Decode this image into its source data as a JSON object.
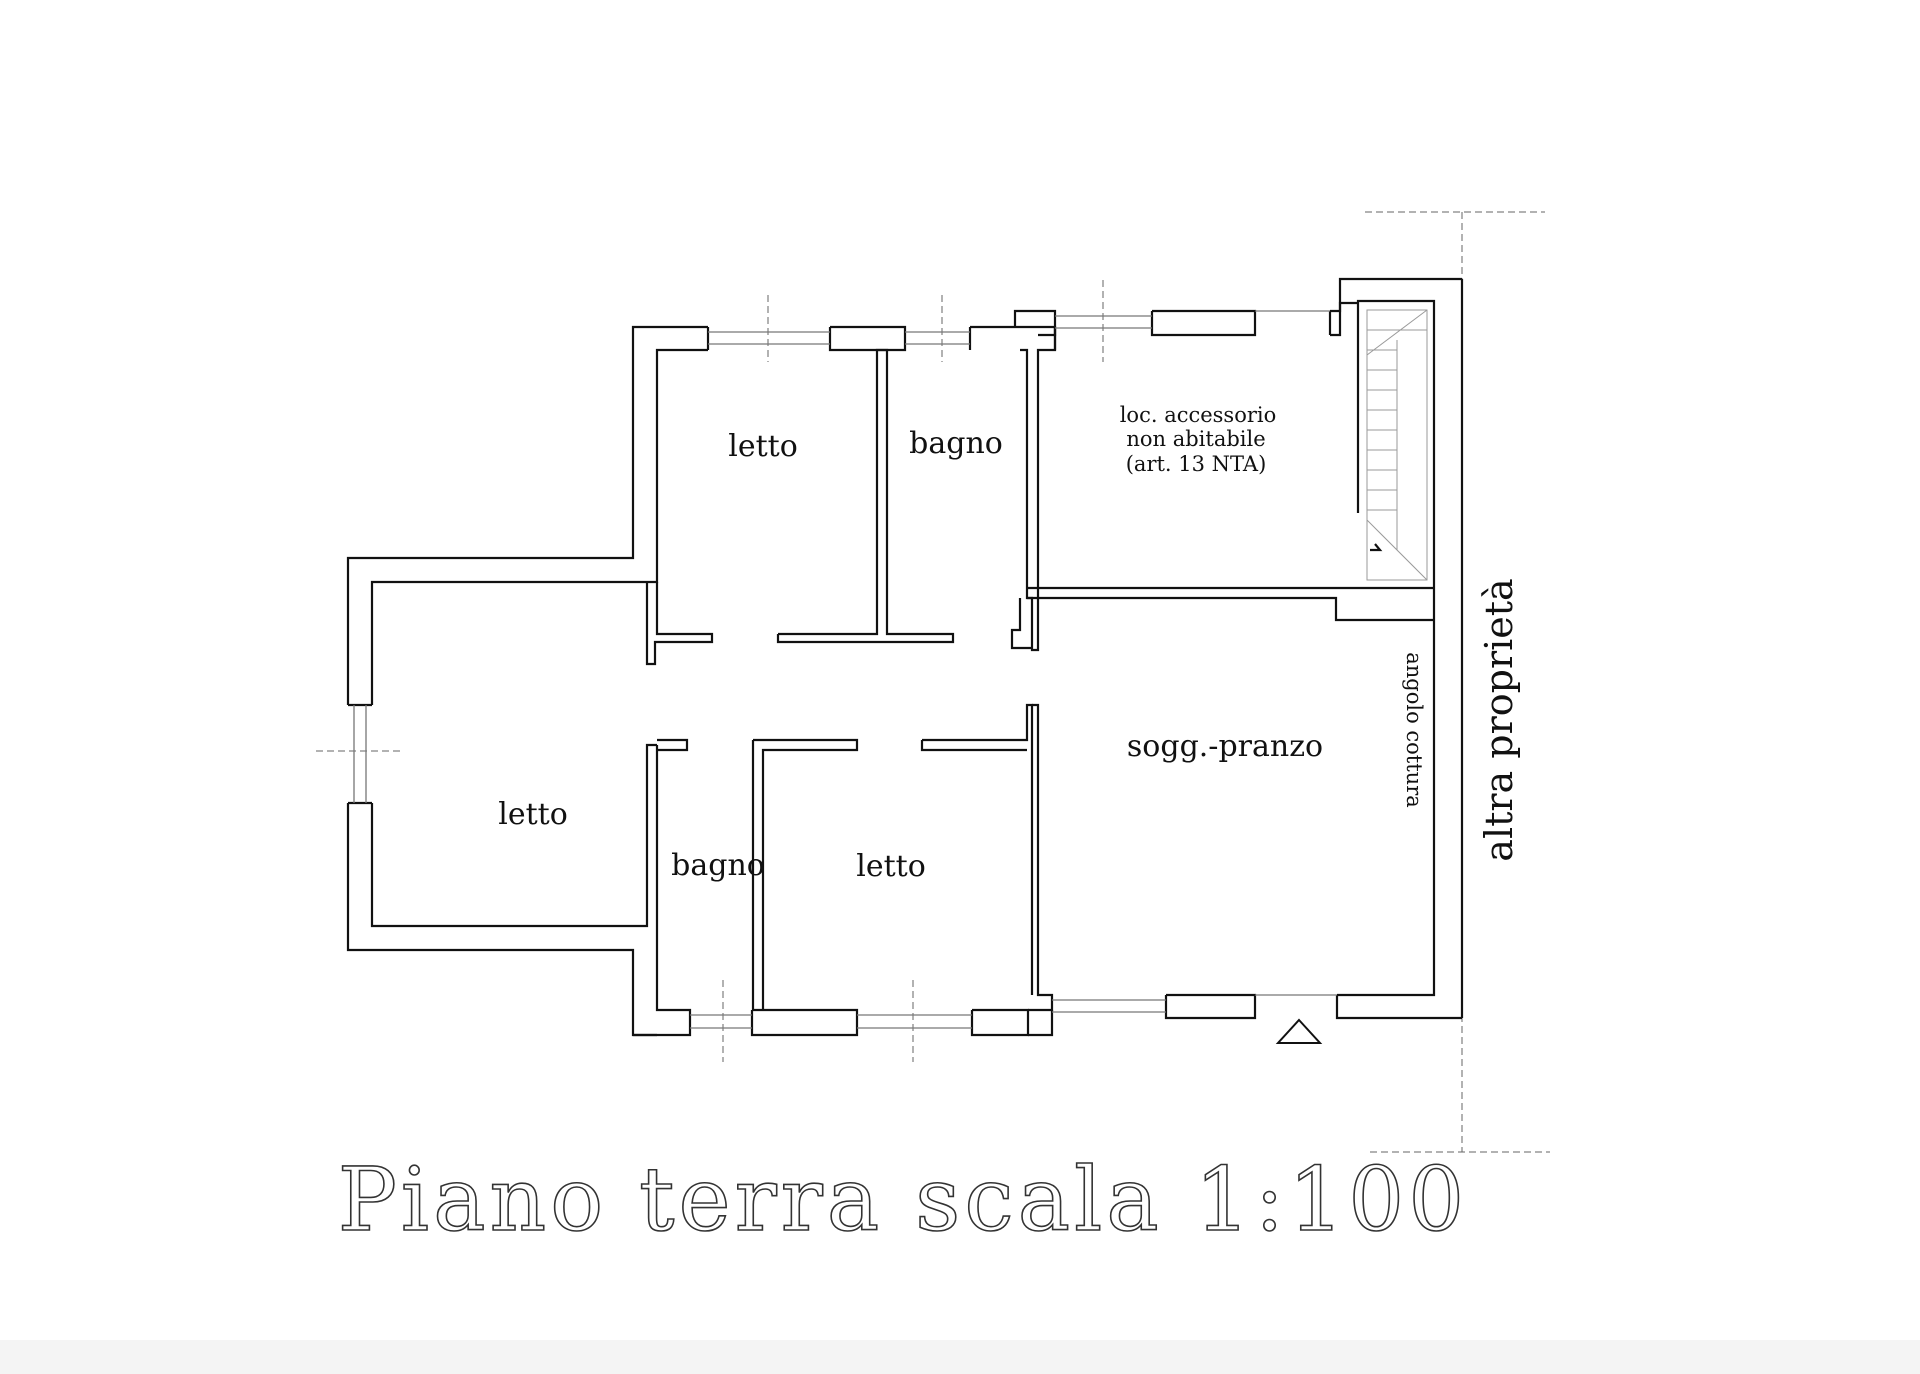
{
  "drawing": {
    "title": "Piano terra scala 1:100",
    "neighbour_label": "altra proprietà",
    "line_color": "#111111"
  },
  "rooms": {
    "letto_top": "letto",
    "bagno_top": "bagno",
    "accessorio": [
      "loc. accessorio",
      "non abitabile",
      "(art. 13 NTA)"
    ],
    "letto_left": "letto",
    "bagno_bottom": "bagno",
    "letto_bottom": "letto",
    "soggiorno": "sogg.-pranzo",
    "cucina": "angolo cottura"
  }
}
